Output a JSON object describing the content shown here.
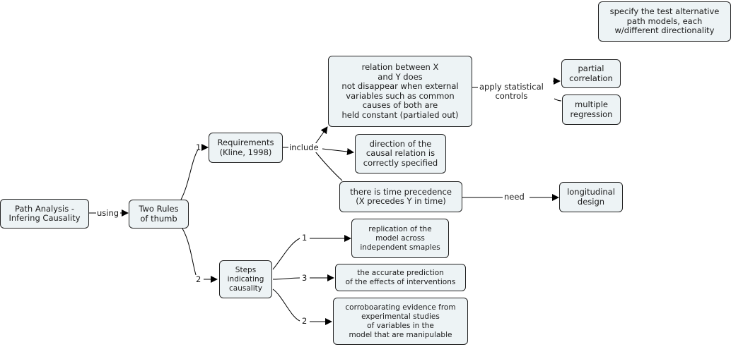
{
  "concept_map": {
    "nodes": {
      "root": "Path Analysis -\nInfering Causality",
      "two_rules": "Two Rules\nof thumb",
      "requirements": "Requirements\n(Kline, 1998)",
      "relation": "relation between X\nand Y does\nnot disappear when external\nvariables such as common\ncauses of both are\nheld constant (partialed out)",
      "direction": "direction of the\ncausal relation is\ncorrectly specified",
      "time_precedence": "there is time precedence\n(X precedes Y in time)",
      "partial_correlation": "partial\ncorrelation",
      "multiple_regression": "multiple\nregression",
      "longitudinal": "longitudinal\ndesign",
      "specify_models": "specify the test alternative\npath models, each\nw/different directionality",
      "steps": "Steps\nindicating\ncausality",
      "replication": "replication of the\nmodel across\nindependent smaples",
      "prediction": "the accurate prediction\nof the effects of interventions",
      "corroborating": "corroboarating evidence from\nexperimental studies\nof variables in the\nmodel that are manipulable"
    },
    "links": {
      "using": "using",
      "rule_1": "1",
      "rule_2": "2",
      "include": "include",
      "apply_controls": "apply statistical\ncontrols",
      "need": "need",
      "step_1": "1",
      "step_3": "3",
      "step_2": "2"
    },
    "colors": {
      "node_fill": "#edf3f5",
      "node_border": "#222222",
      "line": "#000000"
    }
  }
}
